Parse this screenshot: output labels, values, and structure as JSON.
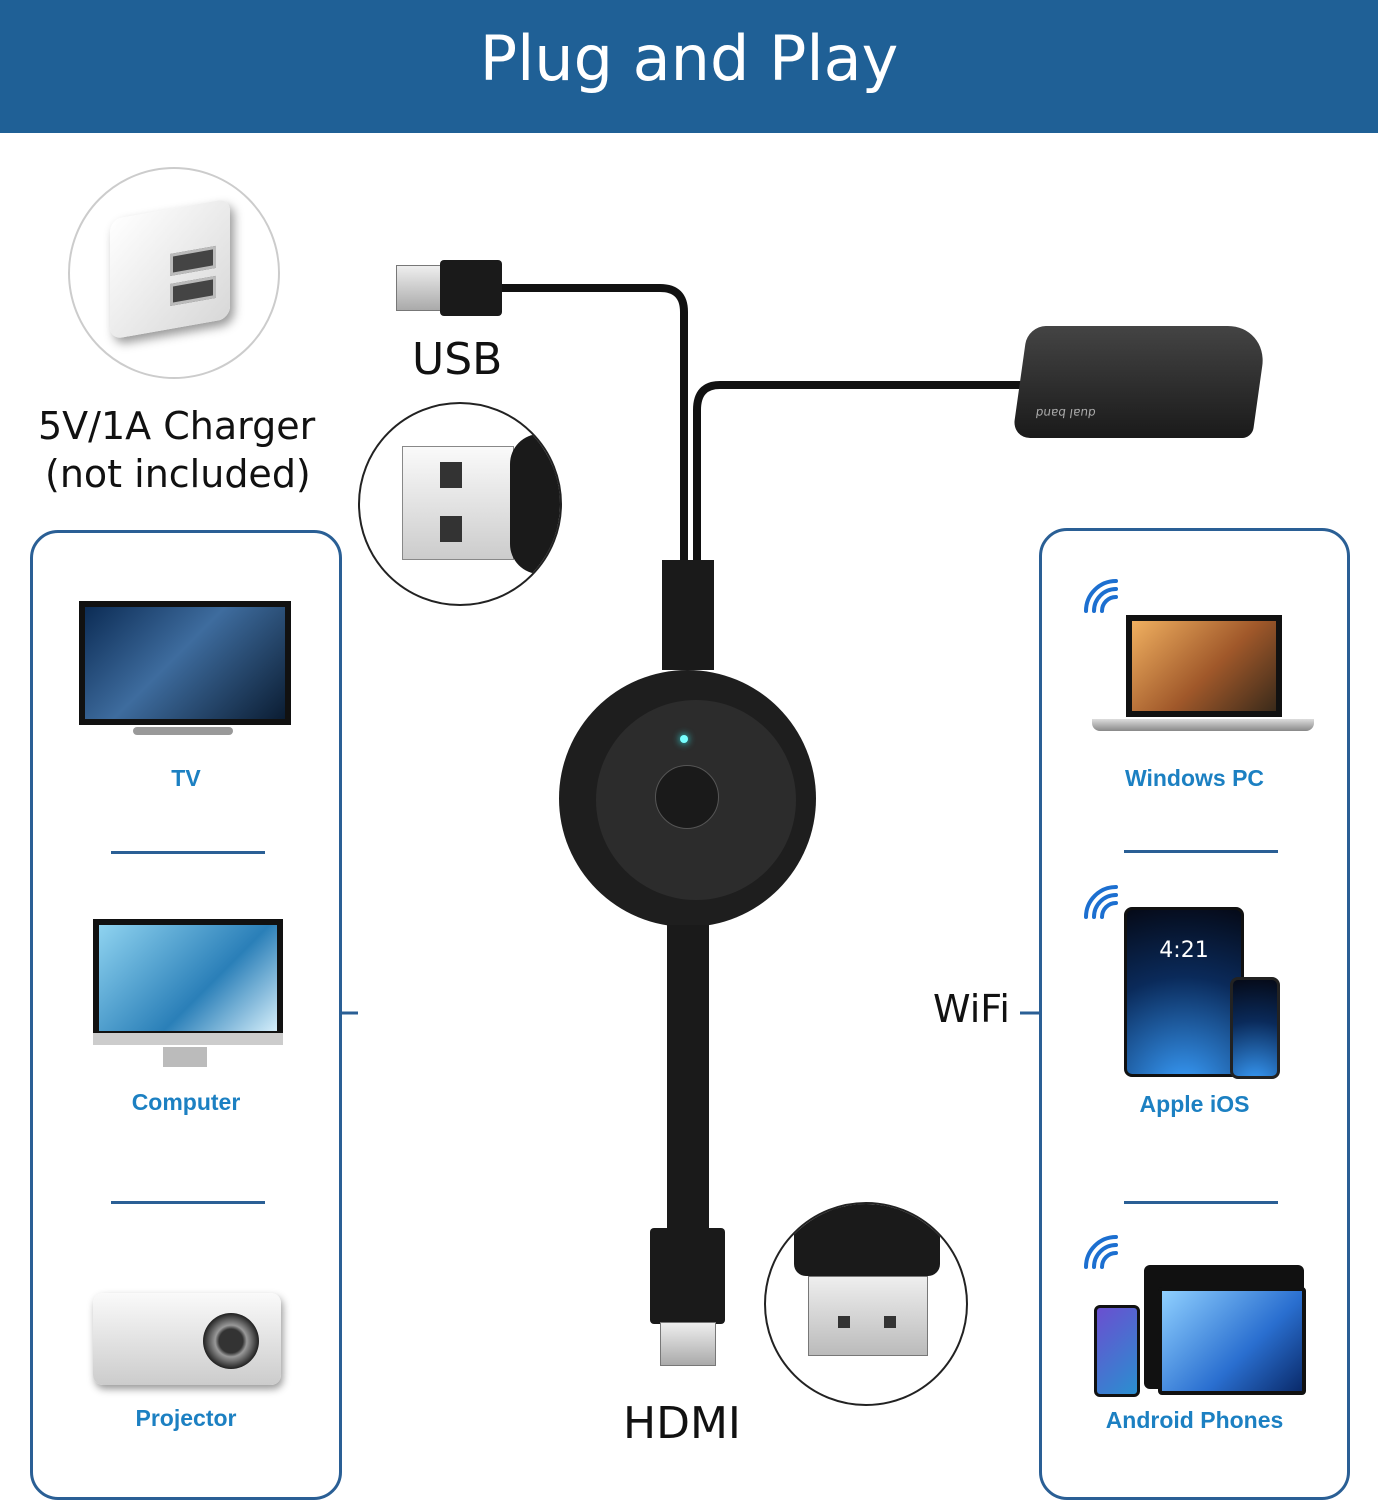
{
  "header": {
    "title": "Plug and Play",
    "color": "#1f6096"
  },
  "charger": {
    "label_line1": "5V/1A Charger",
    "label_line2": "(not included)"
  },
  "cable_labels": {
    "usb": "USB",
    "hdmi": "HDMI",
    "wifi": "WiFi"
  },
  "antenna": {
    "printed_text": "dual band"
  },
  "left_panel": {
    "items": [
      {
        "label": "TV",
        "icon": "tv-icon"
      },
      {
        "label": "Computer",
        "icon": "computer-icon"
      },
      {
        "label": "Projector",
        "icon": "projector-icon"
      }
    ]
  },
  "right_panel": {
    "items": [
      {
        "label": "Windows PC",
        "icon": "laptop-icon"
      },
      {
        "label": "Apple iOS",
        "icon": "ipad-iphone-icon",
        "screen_time": "4:21"
      },
      {
        "label": "Android Phones",
        "icon": "android-devices-icon"
      }
    ]
  },
  "colors": {
    "panel_border": "#2a5f95",
    "label": "#1c80c2",
    "wifi": "#1c6fd0"
  }
}
